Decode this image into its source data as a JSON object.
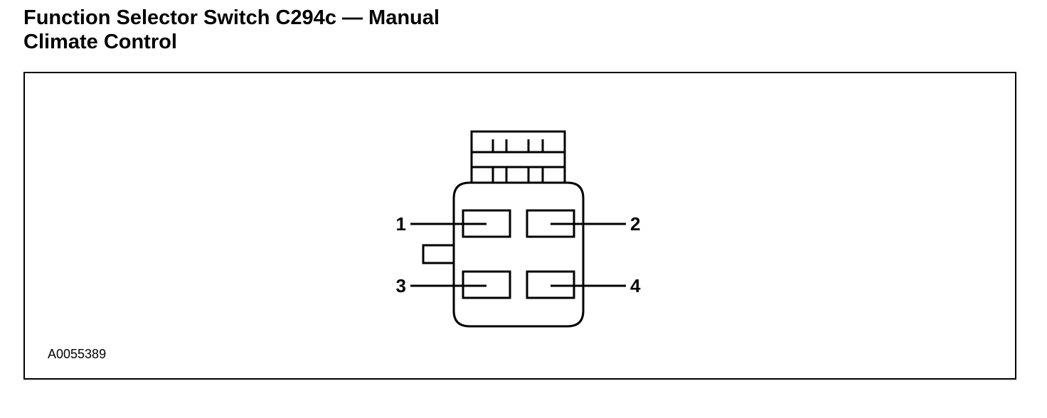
{
  "title": {
    "line1": "Function Selector Switch C294c — Manual",
    "line2": "Climate Control"
  },
  "figure": {
    "id": "A0055389",
    "pins": [
      {
        "number": "1"
      },
      {
        "number": "2"
      },
      {
        "number": "3"
      },
      {
        "number": "4"
      }
    ]
  }
}
